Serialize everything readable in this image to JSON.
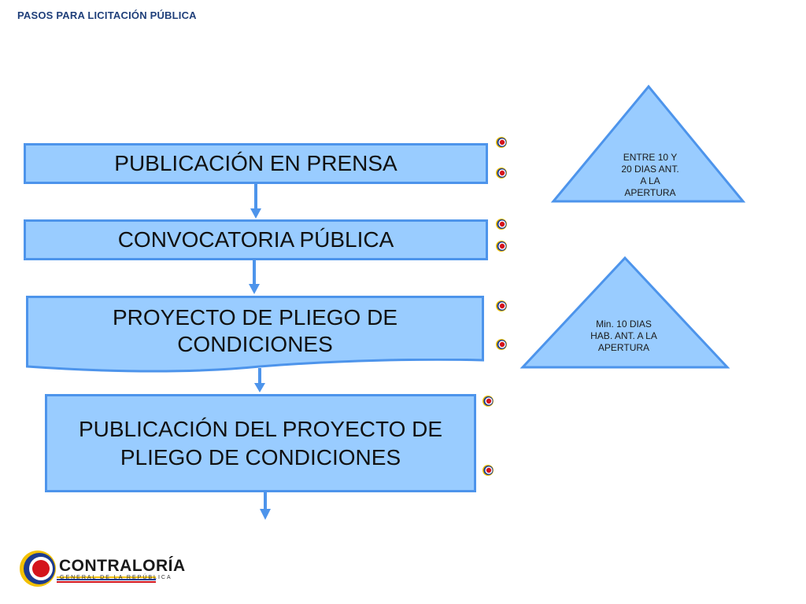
{
  "header": {
    "title": "PASOS PARA LICITACIÓN PÚBLICA"
  },
  "steps": [
    {
      "lines": [
        "PUBLICACIÓN EN PRENSA"
      ]
    },
    {
      "lines": [
        "CONVOCATORIA PÚBLICA"
      ]
    },
    {
      "lines": [
        "PROYECTO DE PLIEGO DE",
        "CONDICIONES"
      ]
    },
    {
      "lines": [
        "PUBLICACIÓN DEL PROYECTO DE",
        "PLIEGO DE CONDICIONES"
      ]
    }
  ],
  "triangles": [
    {
      "lines": [
        "ENTRE 10  Y",
        "20 DIAS ANT.",
        "A LA",
        "APERTURA"
      ]
    },
    {
      "lines": [
        "Min. 10  DIAS",
        "HAB. ANT. A LA",
        "APERTURA"
      ]
    }
  ],
  "logo": {
    "name": "CONTRALORÍA",
    "subtitle": "GENERAL DE LA REPÚBLICA"
  },
  "colors": {
    "box_fill": "#99ccff",
    "box_border": "#4d94eb",
    "arrow": "#4d94eb",
    "header": "#1f3f7a",
    "bullet_red": "#d4141c",
    "bullet_blue": "#1d3c8f",
    "bullet_yellow": "#f2c000"
  }
}
